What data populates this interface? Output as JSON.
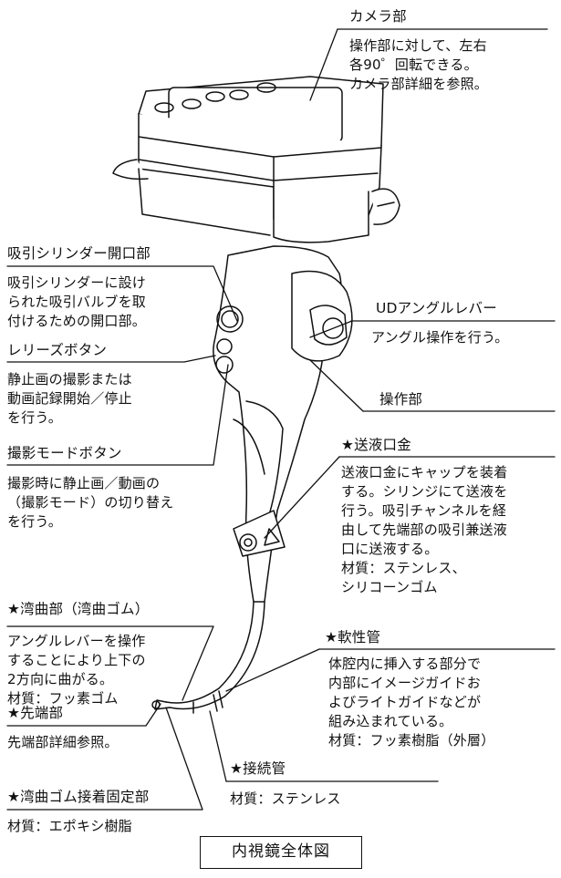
{
  "callouts": {
    "camera": {
      "title": "カメラ部",
      "lines": [
        "操作部に対して、左右",
        "各90゜回転できる。",
        "カメラ部詳細を参照。"
      ]
    },
    "suction_port": {
      "title": "吸引シリンダー開口部",
      "lines": [
        "吸引シリンダーに設け",
        "られた吸引バルブを取",
        "付けるための開口部。"
      ]
    },
    "release_button": {
      "title": "レリーズボタン",
      "lines": [
        "静止画の撮影または",
        "動画記録開始／停止",
        "を行う。"
      ]
    },
    "mode_button": {
      "title": "撮影モードボタン",
      "lines": [
        "撮影時に静止画／動画の",
        "（撮影モード）の切り替え",
        "を行う。"
      ]
    },
    "bending_section": {
      "title": "★湾曲部（湾曲ゴム）",
      "lines": [
        "アングルレバーを操作",
        "することにより上下の",
        "2方向に曲がる。",
        "材質：フッ素ゴム"
      ]
    },
    "distal_end": {
      "title": "★先端部",
      "lines": [
        "先端部詳細参照。"
      ]
    },
    "bending_rubber_fix": {
      "title": "★湾曲ゴム接着固定部",
      "lines": [
        "材質：エポキシ樹脂"
      ]
    },
    "ud_lever": {
      "title": "UDアングルレバー",
      "lines": [
        "アングル操作を行う。"
      ]
    },
    "control_section": {
      "title": "操作部",
      "lines": []
    },
    "fluid_port": {
      "title": "★送液口金",
      "lines": [
        "送液口金にキャップを装着",
        "する。シリンジにて送液を",
        "行う。吸引チャンネルを経",
        "由して先端部の吸引兼送液",
        "口に送液する。",
        "材質：ステンレス、",
        "シリコーンゴム"
      ]
    },
    "insertion_tube": {
      "title": "★軟性管",
      "lines": [
        "体腔内に挿入する部分で",
        "内部にイメージガイドお",
        "よびライトガイドなどが",
        "組み込まれている。",
        "材質：フッ素樹脂（外層）"
      ]
    },
    "connection_tube": {
      "title": "★接続管",
      "lines": [
        "材質：ステンレス"
      ]
    }
  },
  "caption": "内視鏡全体図"
}
